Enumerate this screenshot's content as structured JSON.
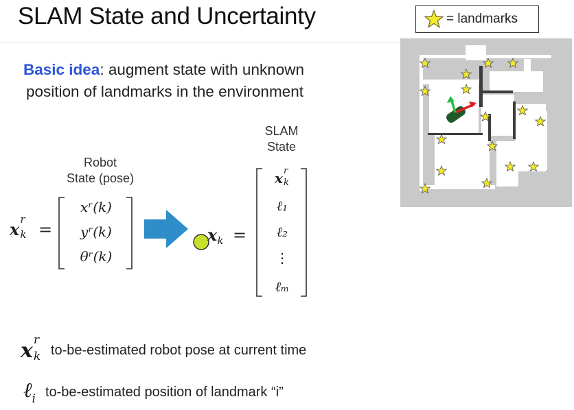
{
  "title": "SLAM State and Uncertainty",
  "idea": {
    "keyword": "Basic idea",
    "text_line1": ": augment state with unknown",
    "text_line2": "position of landmarks in the environment"
  },
  "legend": {
    "label": "= landmarks",
    "icon": "star-icon",
    "star_color": "#f5e92a"
  },
  "robot_state": {
    "label_line1": "Robot",
    "label_line2": "State (pose)",
    "lhs_symbol": "x",
    "lhs_sup": "r",
    "lhs_sub": "k",
    "equals": "=",
    "entries": [
      "xʳ(k)",
      "yʳ(k)",
      "θʳ(k)"
    ]
  },
  "slam_state": {
    "label_line1": "SLAM",
    "label_line2": "State",
    "lhs_symbol": "x",
    "lhs_sub": "k",
    "equals": "=",
    "entries": [
      "x",
      "ℓ₁",
      "ℓ₂",
      "⋮",
      "ℓₘ"
    ],
    "first_sup": "r",
    "first_sub": "k"
  },
  "definitions": [
    {
      "symbol": "x",
      "sup": "r",
      "sub": "k",
      "text": "to-be-estimated robot pose at current time"
    },
    {
      "symbol": "ℓ",
      "sub": "i",
      "text": "to-be-estimated position of landmark “i”"
    }
  ],
  "colors": {
    "accent": "#2e55d6",
    "arrow": "#2e8ec9",
    "cursor": "#c8e02b"
  }
}
